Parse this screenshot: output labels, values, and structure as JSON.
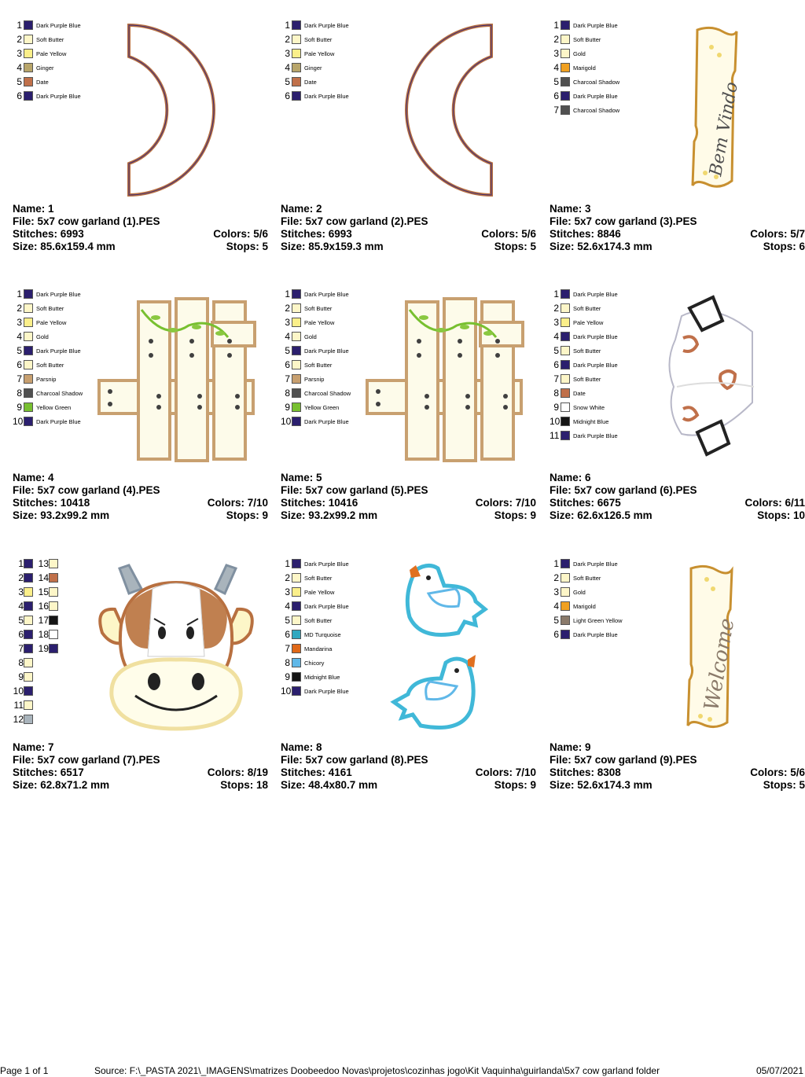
{
  "designs": [
    {
      "name_line": "Name: 1",
      "file_line": "File: 5x7 cow garland (1).PES",
      "stitches_line": "Stitches: 6993",
      "colors_line": "Colors: 5/6",
      "size_line": "Size: 85.6x159.4 mm",
      "stops_line": "Stops: 5",
      "legend": [
        {
          "n": "1",
          "color": "#2b1f6e",
          "label": "Dark Purple Blue"
        },
        {
          "n": "2",
          "color": "#fdf6c8",
          "label": "Soft Butter"
        },
        {
          "n": "3",
          "color": "#fbef8a",
          "label": "Pale Yellow"
        },
        {
          "n": "4",
          "color": "#b8a56a",
          "label": "Ginger"
        },
        {
          "n": "5",
          "color": "#c0704a",
          "label": "Date"
        },
        {
          "n": "6",
          "color": "#2b1f6e",
          "label": "Dark Purple Blue"
        }
      ]
    },
    {
      "name_line": "Name: 2",
      "file_line": "File: 5x7 cow garland (2).PES",
      "stitches_line": "Stitches: 6993",
      "colors_line": "Colors: 5/6",
      "size_line": "Size: 85.9x159.3 mm",
      "stops_line": "Stops: 5",
      "legend": [
        {
          "n": "1",
          "color": "#2b1f6e",
          "label": "Dark Purple Blue"
        },
        {
          "n": "2",
          "color": "#fdf6c8",
          "label": "Soft Butter"
        },
        {
          "n": "3",
          "color": "#fbef8a",
          "label": "Pale Yellow"
        },
        {
          "n": "4",
          "color": "#b8a56a",
          "label": "Ginger"
        },
        {
          "n": "5",
          "color": "#c0704a",
          "label": "Date"
        },
        {
          "n": "6",
          "color": "#2b1f6e",
          "label": "Dark Purple Blue"
        }
      ]
    },
    {
      "name_line": "Name: 3",
      "file_line": "File: 5x7 cow garland (3).PES",
      "stitches_line": "Stitches: 8846",
      "colors_line": "Colors: 5/7",
      "size_line": "Size: 52.6x174.3 mm",
      "stops_line": "Stops: 6",
      "art_text": "Bem Vindo",
      "legend": [
        {
          "n": "1",
          "color": "#2b1f6e",
          "label": "Dark Purple Blue"
        },
        {
          "n": "2",
          "color": "#fdf6c8",
          "label": "Soft Butter"
        },
        {
          "n": "3",
          "color": "#fdf6c8",
          "label": "Gold"
        },
        {
          "n": "4",
          "color": "#f0a020",
          "label": "Marigold"
        },
        {
          "n": "5",
          "color": "#505050",
          "label": "Charcoal Shadow"
        },
        {
          "n": "6",
          "color": "#2b1f6e",
          "label": "Dark Purple Blue"
        },
        {
          "n": "7",
          "color": "#505050",
          "label": "Charcoal Shadow"
        }
      ]
    },
    {
      "name_line": "Name: 4",
      "file_line": "File: 5x7 cow garland (4).PES",
      "stitches_line": "Stitches: 10418",
      "colors_line": "Colors: 7/10",
      "size_line": "Size: 93.2x99.2 mm",
      "stops_line": "Stops: 9",
      "legend": [
        {
          "n": "1",
          "color": "#2b1f6e",
          "label": "Dark Purple Blue"
        },
        {
          "n": "2",
          "color": "#fdf6c8",
          "label": "Soft Butter"
        },
        {
          "n": "3",
          "color": "#fbef8a",
          "label": "Pale Yellow"
        },
        {
          "n": "4",
          "color": "#fdf6c8",
          "label": "Gold"
        },
        {
          "n": "5",
          "color": "#2b1f6e",
          "label": "Dark Purple Blue"
        },
        {
          "n": "6",
          "color": "#fdf6c8",
          "label": "Soft Butter"
        },
        {
          "n": "7",
          "color": "#c8a070",
          "label": "Parsnip"
        },
        {
          "n": "8",
          "color": "#505050",
          "label": "Charcoal Shadow"
        },
        {
          "n": "9",
          "color": "#78c030",
          "label": "Yellow Green"
        },
        {
          "n": "10",
          "color": "#2b1f6e",
          "label": "Dark Purple Blue"
        }
      ]
    },
    {
      "name_line": "Name: 5",
      "file_line": "File: 5x7 cow garland (5).PES",
      "stitches_line": "Stitches: 10416",
      "colors_line": "Colors: 7/10",
      "size_line": "Size: 93.2x99.2 mm",
      "stops_line": "Stops: 9",
      "legend": [
        {
          "n": "1",
          "color": "#2b1f6e",
          "label": "Dark Purple Blue"
        },
        {
          "n": "2",
          "color": "#fdf6c8",
          "label": "Soft Butter"
        },
        {
          "n": "3",
          "color": "#fbef8a",
          "label": "Pale Yellow"
        },
        {
          "n": "4",
          "color": "#fdf6c8",
          "label": "Gold"
        },
        {
          "n": "5",
          "color": "#2b1f6e",
          "label": "Dark Purple Blue"
        },
        {
          "n": "6",
          "color": "#fdf6c8",
          "label": "Soft Butter"
        },
        {
          "n": "7",
          "color": "#c8a070",
          "label": "Parsnip"
        },
        {
          "n": "8",
          "color": "#505050",
          "label": "Charcoal Shadow"
        },
        {
          "n": "9",
          "color": "#78c030",
          "label": "Yellow Green"
        },
        {
          "n": "10",
          "color": "#2b1f6e",
          "label": "Dark Purple Blue"
        }
      ]
    },
    {
      "name_line": "Name: 6",
      "file_line": "File: 5x7 cow garland (6).PES",
      "stitches_line": "Stitches: 6675",
      "colors_line": "Colors: 6/11",
      "size_line": "Size: 62.6x126.5 mm",
      "stops_line": "Stops: 10",
      "legend": [
        {
          "n": "1",
          "color": "#2b1f6e",
          "label": "Dark Purple Blue"
        },
        {
          "n": "2",
          "color": "#fdf6c8",
          "label": "Soft Butter"
        },
        {
          "n": "3",
          "color": "#fbef8a",
          "label": "Pale Yellow"
        },
        {
          "n": "4",
          "color": "#2b1f6e",
          "label": "Dark Purple Blue"
        },
        {
          "n": "5",
          "color": "#fdf6c8",
          "label": "Soft Butter"
        },
        {
          "n": "6",
          "color": "#2b1f6e",
          "label": "Dark Purple Blue"
        },
        {
          "n": "7",
          "color": "#fdf6c8",
          "label": "Soft Butter"
        },
        {
          "n": "8",
          "color": "#c0704a",
          "label": "Date"
        },
        {
          "n": "9",
          "color": "#ffffff",
          "label": "Snow White"
        },
        {
          "n": "10",
          "color": "#151515",
          "label": "Midnight Blue"
        },
        {
          "n": "11",
          "color": "#2b1f6e",
          "label": "Dark Purple Blue"
        }
      ]
    },
    {
      "name_line": "Name: 7",
      "file_line": "File: 5x7 cow garland (7).PES",
      "stitches_line": "Stitches: 6517",
      "colors_line": "Colors: 8/19",
      "size_line": "Size: 62.8x71.2 mm",
      "stops_line": "Stops: 18",
      "legend_left": [
        {
          "n": "1",
          "color": "#2b1f6e"
        },
        {
          "n": "2",
          "color": "#2b1f6e"
        },
        {
          "n": "3",
          "color": "#fbef8a"
        },
        {
          "n": "4",
          "color": "#2b1f6e"
        },
        {
          "n": "5",
          "color": "#fdf6c8"
        },
        {
          "n": "6",
          "color": "#2b1f6e"
        },
        {
          "n": "7",
          "color": "#2b1f6e"
        },
        {
          "n": "8",
          "color": "#fdf6c8"
        },
        {
          "n": "9",
          "color": "#fdf6c8"
        },
        {
          "n": "10",
          "color": "#2b1f6e"
        },
        {
          "n": "11",
          "color": "#fdf6c8"
        },
        {
          "n": "12",
          "color": "#a9b4bc"
        }
      ],
      "legend_right": [
        {
          "n": "13",
          "color": "#fdf6c8"
        },
        {
          "n": "14",
          "color": "#c0704a"
        },
        {
          "n": "15",
          "color": "#fdf6c8"
        },
        {
          "n": "16",
          "color": "#fdf6c8"
        },
        {
          "n": "17",
          "color": "#151515"
        },
        {
          "n": "18",
          "color": "#ffffff"
        },
        {
          "n": "19",
          "color": "#2b1f6e"
        }
      ]
    },
    {
      "name_line": "Name: 8",
      "file_line": "File: 5x7 cow garland (8).PES",
      "stitches_line": "Stitches: 4161",
      "colors_line": "Colors: 7/10",
      "size_line": "Size: 48.4x80.7 mm",
      "stops_line": "Stops: 9",
      "legend": [
        {
          "n": "1",
          "color": "#2b1f6e",
          "label": "Dark Purple Blue"
        },
        {
          "n": "2",
          "color": "#fdf6c8",
          "label": "Soft Butter"
        },
        {
          "n": "3",
          "color": "#fbef8a",
          "label": "Pale Yellow"
        },
        {
          "n": "4",
          "color": "#2b1f6e",
          "label": "Dark Purple Blue"
        },
        {
          "n": "5",
          "color": "#fdf6c8",
          "label": "Soft Butter"
        },
        {
          "n": "6",
          "color": "#30a8c0",
          "label": "MD Turquoise"
        },
        {
          "n": "7",
          "color": "#e06818",
          "label": "Mandarina"
        },
        {
          "n": "8",
          "color": "#60b8e8",
          "label": "Chicory"
        },
        {
          "n": "9",
          "color": "#151515",
          "label": "Midnight Blue"
        },
        {
          "n": "10",
          "color": "#2b1f6e",
          "label": "Dark Purple Blue"
        }
      ]
    },
    {
      "name_line": "Name: 9",
      "file_line": "File: 5x7 cow garland (9).PES",
      "stitches_line": "Stitches: 8308",
      "colors_line": "Colors: 5/6",
      "size_line": "Size: 52.6x174.3 mm",
      "stops_line": "Stops: 5",
      "art_text": "Welcome",
      "legend": [
        {
          "n": "1",
          "color": "#2b1f6e",
          "label": "Dark Purple Blue"
        },
        {
          "n": "2",
          "color": "#fdf6c8",
          "label": "Soft Butter"
        },
        {
          "n": "3",
          "color": "#fdf6c8",
          "label": "Gold"
        },
        {
          "n": "4",
          "color": "#f0a020",
          "label": "Marigold"
        },
        {
          "n": "5",
          "color": "#8a7a6a",
          "label": "Light Green Yellow"
        },
        {
          "n": "6",
          "color": "#2b1f6e",
          "label": "Dark Purple Blue"
        }
      ]
    }
  ],
  "footer": {
    "page": "Page 1 of 1",
    "source": "Source: F:\\_PASTA 2021\\_IMAGENS\\matrizes Doobeedoo Novas\\projetos\\cozinhas jogo\\Kit Vaquinha\\guirlanda\\5x7 cow garland folder",
    "date": "05/07/2021"
  }
}
